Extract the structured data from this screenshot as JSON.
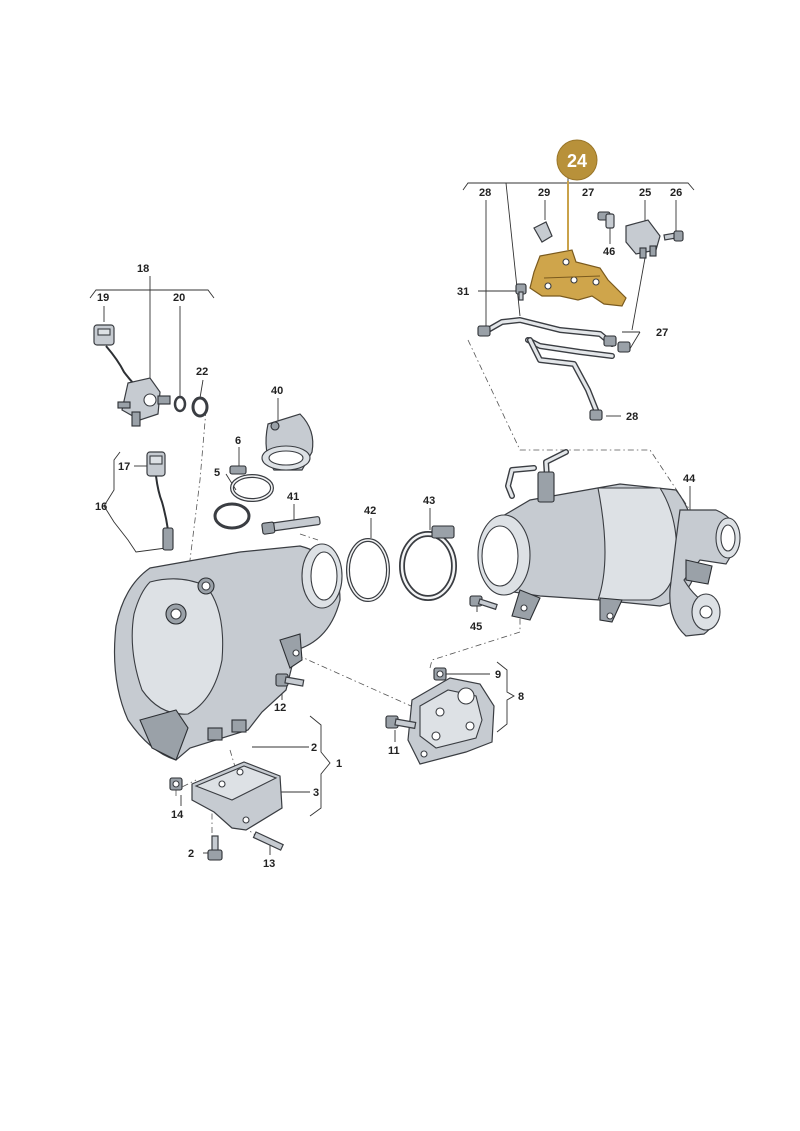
{
  "diagram": {
    "highlight": {
      "label": "24",
      "color": "#b8913a"
    },
    "labels": {
      "p1": "1",
      "p2a": "2",
      "p2b": "2",
      "p3": "3",
      "p5": "5",
      "p6": "6",
      "p8": "8",
      "p9": "9",
      "p11": "11",
      "p12": "12",
      "p13": "13",
      "p14": "14",
      "p16": "16",
      "p17": "17",
      "p18": "18",
      "p19": "19",
      "p20": "20",
      "p22": "22",
      "p25": "25",
      "p26": "26",
      "p27a": "27",
      "p27b": "27",
      "p28a": "28",
      "p28b": "28",
      "p29": "29",
      "p31": "31",
      "p40": "40",
      "p41": "41",
      "p42": "42",
      "p43": "43",
      "p44": "44",
      "p45": "45",
      "p46": "46"
    },
    "colors": {
      "part": "#c6cbd1",
      "line": "#333333",
      "gold": "#cfa54b"
    }
  }
}
